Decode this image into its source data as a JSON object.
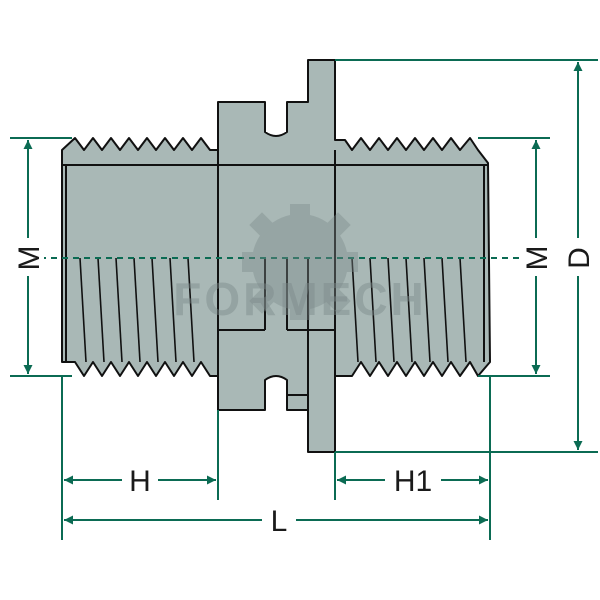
{
  "colors": {
    "part_fill": "#a9b8b6",
    "part_stroke": "#111111",
    "dimension_color": "#0b6b53",
    "label_color": "#1a1a1a",
    "watermark_color": "#7c8a8a"
  },
  "labels": {
    "M_left": "M",
    "M_right": "M",
    "D": "D",
    "H": "H",
    "H1": "H1",
    "L": "L"
  },
  "watermark": {
    "text": "FORMECH",
    "icon": "gear-icon"
  }
}
